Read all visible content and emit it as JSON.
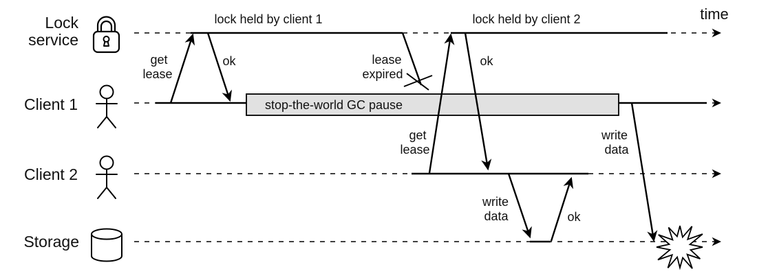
{
  "diagram": {
    "time_label": "time",
    "lanes": {
      "lock_service": {
        "label_line1": "Lock",
        "label_line2": "service"
      },
      "client1": {
        "label": "Client 1"
      },
      "client2": {
        "label": "Client 2"
      },
      "storage": {
        "label": "Storage"
      }
    },
    "spans": {
      "lock_held_1": "lock held by client 1",
      "lock_held_2": "lock held by client 2"
    },
    "gc_pause": {
      "label": "stop-the-world GC pause",
      "fill": "#e1e1e1"
    },
    "messages": {
      "get_lease_1": {
        "line1": "get",
        "line2": "lease"
      },
      "ok_1": {
        "label": "ok"
      },
      "lease_expired": {
        "line1": "lease",
        "line2": "expired"
      },
      "get_lease_2": {
        "line1": "get",
        "line2": "lease"
      },
      "ok_2": {
        "label": "ok"
      },
      "write_data_2": {
        "line1": "write",
        "line2": "data"
      },
      "ok_storage": {
        "label": "ok"
      },
      "write_data_1": {
        "line1": "write",
        "line2": "data"
      }
    },
    "colors": {
      "line": "#000000",
      "background": "#ffffff"
    }
  }
}
